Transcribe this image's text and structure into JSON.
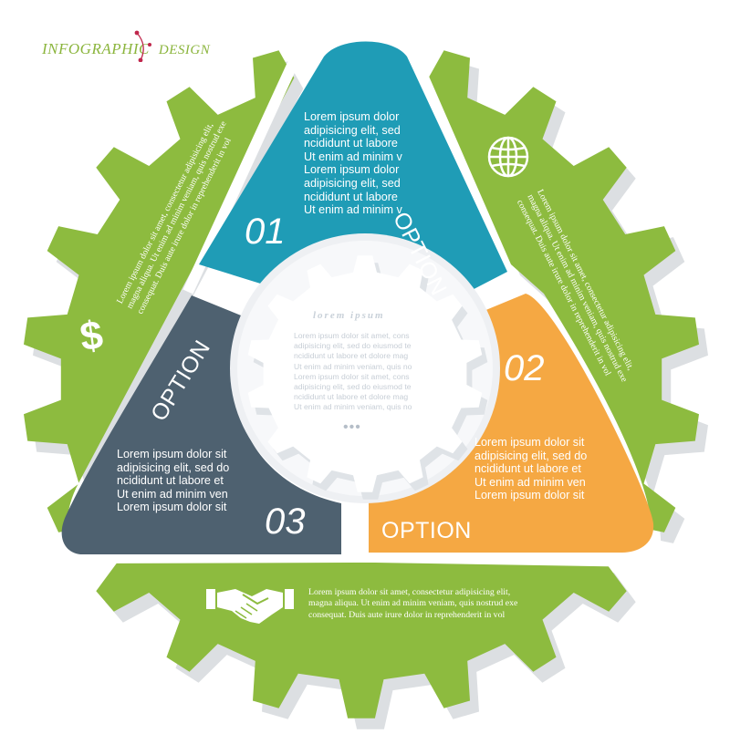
{
  "brand": {
    "part1": "INFOGRAPHIC",
    "part2": "DESIGN"
  },
  "colors": {
    "gear": "#8dbb3f",
    "gear_shadow": "#d9dcdf",
    "teal": "#1f9cb6",
    "orange": "#f5a843",
    "slate": "#4e6170",
    "inner_gear": "#f2f4f6",
    "text_light": "#ffffff"
  },
  "center": {
    "title": "lorem ipsum",
    "lines": [
      "Lorem ipsum dolor sit amet, cons",
      "adipisicing elit, sed do eiusmod te",
      "ncididunt ut labore et dolore mag",
      "Ut enim ad minim veniam, quis no",
      "Lorem ipsum dolor sit amet, cons",
      "adipisicing elit, sed do eiusmod te",
      "ncididunt ut labore et dolore mag",
      "Ut enim ad minim veniam, quis no"
    ],
    "dots": "•••"
  },
  "segments": [
    {
      "number": "01",
      "option": "OPTION",
      "lines": [
        "Lorem ipsum dolor",
        "adipisicing elit, sed",
        "ncididunt ut labore",
        "Ut enim ad minim v",
        "Lorem ipsum dolor",
        "adipisicing elit, sed",
        "ncididunt ut labore",
        "Ut enim ad minim v"
      ]
    },
    {
      "number": "02",
      "option": "OPTION",
      "lines": [
        "Lorem ipsum dolor sit",
        "adipisicing elit, sed do",
        "ncididunt ut labore et",
        "Ut enim ad minim ven",
        "Lorem ipsum dolor sit"
      ]
    },
    {
      "number": "03",
      "option": "OPTION",
      "lines": [
        "Lorem ipsum dolor sit",
        "adipisicing elit, sed do",
        "ncididunt ut labore et",
        "Ut enim ad minim ven",
        "Lorem ipsum dolor sit"
      ]
    }
  ],
  "gear_texts": {
    "left": {
      "icon": "dollar-icon",
      "icon_glyph": "$",
      "lines": [
        "Lorem ipsum dolor sit amet, consectetur adipisicing elit,",
        "magna aliqua. Ut enim ad minim veniam, quis nostrud exe",
        "consequat. Duis aute irure dolor in reprehenderit in vol"
      ]
    },
    "right": {
      "icon": "globe-icon",
      "lines": [
        "Lorem ipsum dolor sit amet, consectetur adipisicing elit,",
        "magna aliqua. Ut enim ad minim veniam, quis nostrud exe",
        "consequat. Duis aute irure dolor in reprehenderit in vol"
      ]
    },
    "bottom": {
      "icon": "handshake-icon",
      "lines": [
        "Lorem ipsum dolor sit amet, consectetur adipisicing elit,",
        "magna aliqua. Ut enim ad minim veniam, quis nostrud exe",
        "consequat. Duis aute irure dolor in reprehenderit in vol"
      ]
    }
  }
}
